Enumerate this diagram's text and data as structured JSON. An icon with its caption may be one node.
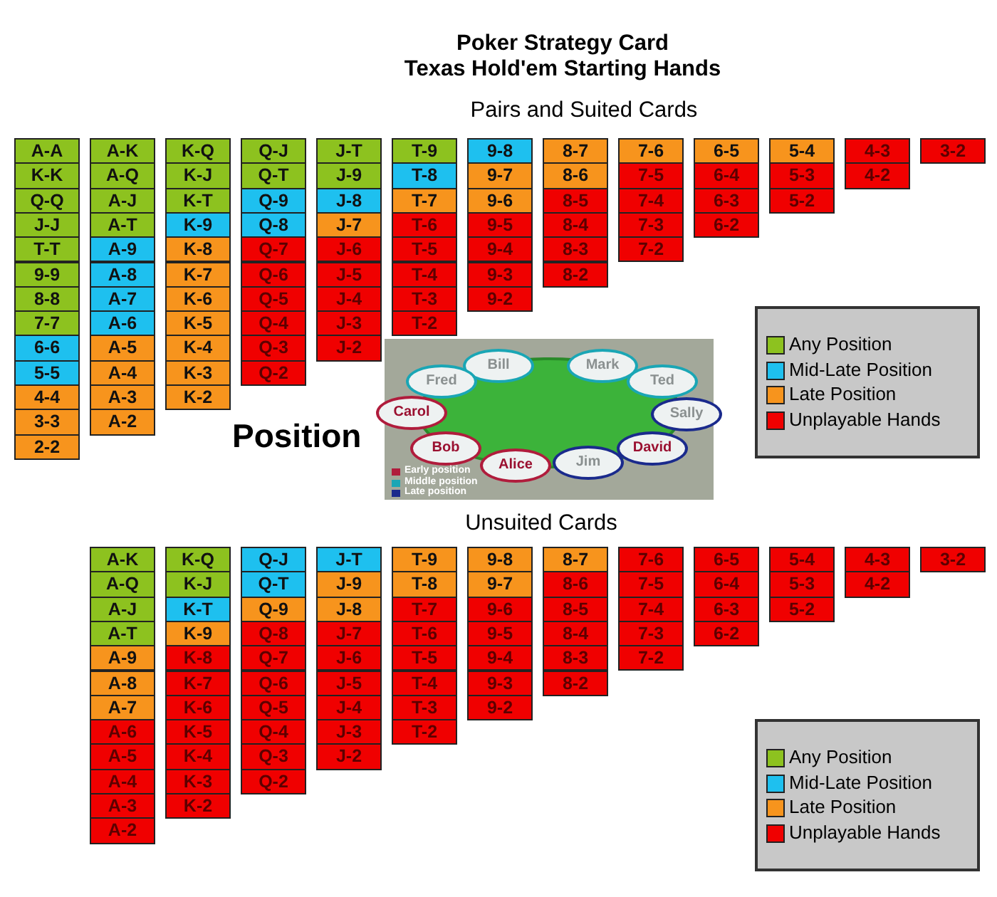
{
  "diagram": {
    "title": "Poker Strategy Card",
    "labels": [
      "Texas Hold'em Starting Hands",
      "Pairs and Suited Cards",
      "A-A",
      "K-K",
      "Q-Q",
      "J-J",
      "T-T",
      "9-9",
      "8-8",
      "7-7",
      "6-6",
      "5-5",
      "4-4",
      "3-3",
      "2-2",
      "A-K",
      "A-Q",
      "A-J",
      "A-T",
      "A-9",
      "A-8",
      "A-7",
      "A-6",
      "A-5",
      "A-4",
      "A-3",
      "A-2",
      "K-Q",
      "K-J",
      "K-T",
      "K-9",
      "K-8",
      "K-7",
      "K-6",
      "K-5",
      "K-4",
      "K-3",
      "K-2",
      "Q-J",
      "Q-T",
      "Q-9",
      "Q-8",
      "Q-7",
      "Q-6",
      "Q-5",
      "Q-4",
      "Q-3",
      "Q-2",
      "J-T",
      "J-9",
      "J-8",
      "J-7",
      "J-6",
      "J-5",
      "J-4",
      "J-3",
      "J-2",
      "T-9",
      "T-8",
      "T-7",
      "T-6",
      "T-5",
      "T-4",
      "T-3",
      "T-2",
      "9-8",
      "9-7",
      "9-6",
      "9-5",
      "9-4",
      "9-3",
      "9-2",
      "8-7",
      "8-6",
      "8-5",
      "8-4",
      "8-3",
      "8-2",
      "7-6",
      "7-5",
      "7-4",
      "7-3",
      "7-2",
      "6-5",
      "6-4",
      "6-3",
      "6-2",
      "5-4",
      "5-3",
      "5-2",
      "4-3",
      "4-2",
      "3-2",
      "Position",
      "Bill",
      "Mark",
      "Fred",
      "Ted",
      "Carol",
      "Sally",
      "Bob",
      "David",
      "Alice",
      "Jim",
      "Unsuited Cards",
      "A-K",
      "A-Q",
      "A-J",
      "A-T",
      "A-9",
      "A-8",
      "A-7",
      "A-6",
      "A-5",
      "A-4",
      "A-3",
      "A-2",
      "K-Q",
      "K-J",
      "K-T",
      "K-9",
      "K-8",
      "K-7",
      "K-6",
      "K-5",
      "K-4",
      "K-3",
      "K-2",
      "Q-J",
      "Q-T",
      "Q-9",
      "Q-8",
      "Q-7",
      "Q-6",
      "Q-5",
      "Q-4",
      "Q-3",
      "Q-2",
      "J-T",
      "J-9",
      "J-8",
      "J-7",
      "J-6",
      "J-5",
      "J-4",
      "J-3",
      "J-2",
      "T-9",
      "T-8",
      "T-7",
      "T-6",
      "T-5",
      "T-4",
      "T-3",
      "T-2",
      "9-8",
      "9-7",
      "9-6",
      "9-5",
      "9-4",
      "9-3",
      "9-2",
      "8-7",
      "8-6",
      "8-5",
      "8-4",
      "8-3",
      "8-2",
      "7-6",
      "7-5",
      "7-4",
      "7-3",
      "7-2",
      "6-5",
      "6-4",
      "6-3",
      "6-2",
      "5-4",
      "5-3",
      "5-2",
      "4-3",
      "4-2",
      "3-2"
    ],
    "legend": [
      {
        "text": "Any Position",
        "color": "#8dc21f"
      },
      {
        "text": "Mid-Late Position",
        "color": "#1ec0ef"
      },
      {
        "text": "Late Position",
        "color": "#f7941d"
      },
      {
        "text": "Unplayable Hands",
        "color": "#f00000"
      },
      {
        "text": "Any Position",
        "color": "#8dc21f"
      },
      {
        "text": "Mid-Late Position",
        "color": "#1ec0ef"
      },
      {
        "text": "Late Position",
        "color": "#f7941d"
      },
      {
        "text": "Unplayable Hands",
        "color": "#f00000"
      },
      {
        "text": "Early position",
        "color": "#b01c3c"
      },
      {
        "text": "Middle position",
        "color": "#1aa6b5"
      },
      {
        "text": "Late position",
        "color": "#1a2a8c"
      }
    ]
  }
}
